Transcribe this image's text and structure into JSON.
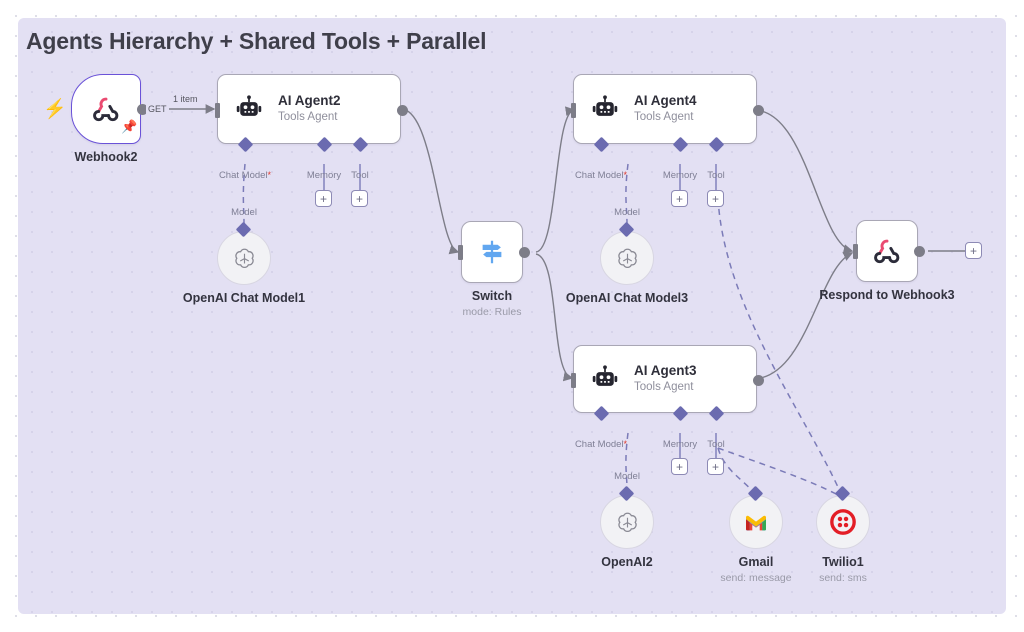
{
  "title": "Agents Hierarchy + Shared Tools + Parallel",
  "colors": {
    "canvas_bg": "#e3e0f3",
    "trigger_border": "#6a52d8",
    "node_border": "#a9a7b5",
    "port": "#7d7d88",
    "sub_port": "#6b6bb0",
    "required_marker": "#e0392b",
    "switch_icon": "#62a7f0",
    "twilio_red": "#e31e26",
    "webhook_pink": "#ea4b71",
    "bolt_orange": "#ff7043",
    "pin_purple": "#5b3fd0"
  },
  "nodes": {
    "webhook2": {
      "caption": "Webhook2",
      "icon": "webhook-icon",
      "badges": {
        "trigger": "lightning-bolt-icon",
        "pinned": "pin-icon"
      }
    },
    "ai_agent2": {
      "title": "AI Agent2",
      "subtitle": "Tools Agent",
      "icon": "robot-icon",
      "sub_ports": [
        {
          "label": "Chat Model",
          "required": true
        },
        {
          "label": "Memory",
          "required": false
        },
        {
          "label": "Tool",
          "required": false
        }
      ]
    },
    "openai_chat_model1": {
      "caption": "OpenAI Chat Model1",
      "icon": "openai-icon",
      "port_label": "Model"
    },
    "switch": {
      "caption": "Switch",
      "subcaption": "mode: Rules",
      "icon": "switch-signpost-icon"
    },
    "ai_agent4": {
      "title": "AI Agent4",
      "subtitle": "Tools Agent",
      "icon": "robot-icon",
      "sub_ports": [
        {
          "label": "Chat Model",
          "required": true
        },
        {
          "label": "Memory",
          "required": false
        },
        {
          "label": "Tool",
          "required": false
        }
      ]
    },
    "openai_chat_model3": {
      "caption": "OpenAI Chat Model3",
      "icon": "openai-icon",
      "port_label": "Model"
    },
    "ai_agent3": {
      "title": "AI Agent3",
      "subtitle": "Tools Agent",
      "icon": "robot-icon",
      "sub_ports": [
        {
          "label": "Chat Model",
          "required": true
        },
        {
          "label": "Memory",
          "required": false
        },
        {
          "label": "Tool",
          "required": false
        }
      ]
    },
    "openai2": {
      "caption": "OpenAI2",
      "icon": "openai-icon",
      "port_label": "Model"
    },
    "gmail": {
      "caption": "Gmail",
      "subcaption": "send: message",
      "icon": "gmail-icon"
    },
    "twilio1": {
      "caption": "Twilio1",
      "subcaption": "send: sms",
      "icon": "twilio-icon"
    },
    "respond_to_webhook3": {
      "caption": "Respond to Webhook3",
      "icon": "webhook-icon"
    }
  },
  "edges": {
    "webhook_to_agent2": {
      "count_label": "1 item",
      "method_label": "GET"
    }
  },
  "add_buttons": {
    "label": "+",
    "items": [
      "agent2-memory-add",
      "agent2-tool-add",
      "agent4-memory-add",
      "agent4-tool-add",
      "agent3-memory-add",
      "agent3-tool-add",
      "respond-webhook3-add"
    ]
  }
}
